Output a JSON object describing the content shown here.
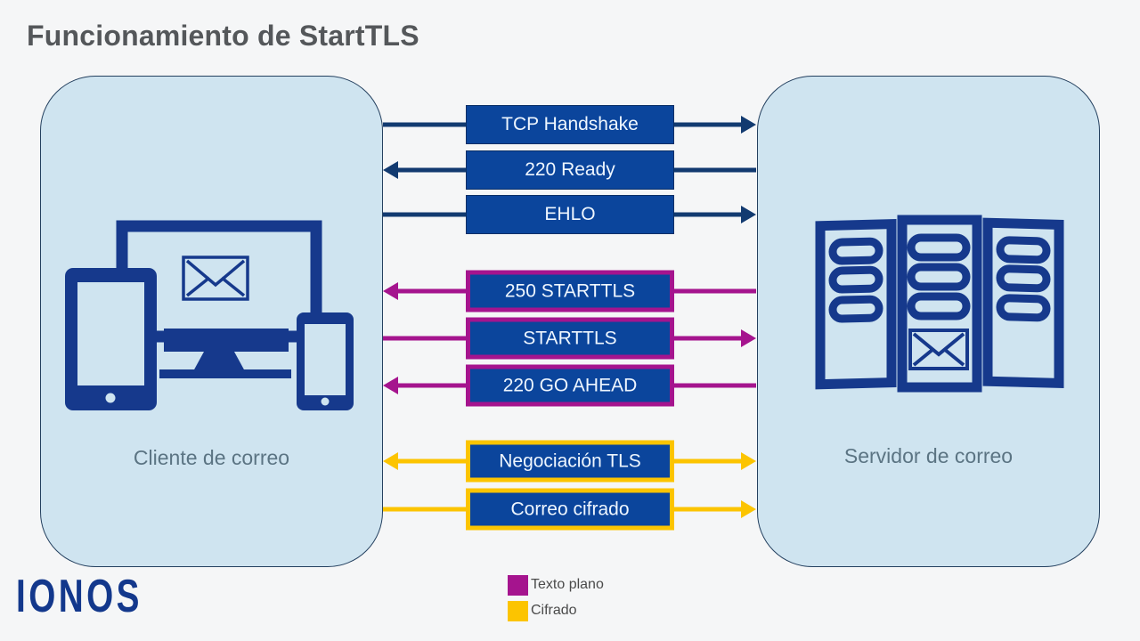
{
  "title": "Funcionamiento de StartTLS",
  "client": {
    "label": "Cliente de correo"
  },
  "server": {
    "label": "Servidor de correo"
  },
  "messages": [
    {
      "label": "TCP Handshake",
      "direction": "client-to-server",
      "channel": "tcp"
    },
    {
      "label": "220 Ready",
      "direction": "server-to-client",
      "channel": "tcp"
    },
    {
      "label": "EHLO",
      "direction": "client-to-server",
      "channel": "tcp"
    },
    {
      "label": "250 STARTTLS",
      "direction": "server-to-client",
      "channel": "texto-plano"
    },
    {
      "label": "STARTTLS",
      "direction": "client-to-server",
      "channel": "texto-plano"
    },
    {
      "label": "220 GO AHEAD",
      "direction": "server-to-client",
      "channel": "texto-plano"
    },
    {
      "label": "Negociación TLS",
      "direction": "bidirectional",
      "channel": "cifrado"
    },
    {
      "label": "Correo cifrado",
      "direction": "client-to-server",
      "channel": "cifrado"
    }
  ],
  "legend": {
    "items": [
      {
        "label": "Texto plano",
        "color": "#a5148e"
      },
      {
        "label": "Cifrado",
        "color": "#fcc400"
      }
    ]
  },
  "logo": {
    "text": "IONOS"
  },
  "colors": {
    "background": "#f5f6f7",
    "panel_fill": "#cfe4f0",
    "panel_border": "#24405f",
    "box_blue": "#0b459c",
    "box_text": "#eef6ff",
    "navy": "#123a70",
    "magenta": "#a5148e",
    "yellow": "#fcc400",
    "title_color": "#54575a",
    "label_color": "#5b7483",
    "legend_text": "#4a4a4a",
    "logo_blue": "#13388c",
    "icon_navy": "#16398c"
  }
}
